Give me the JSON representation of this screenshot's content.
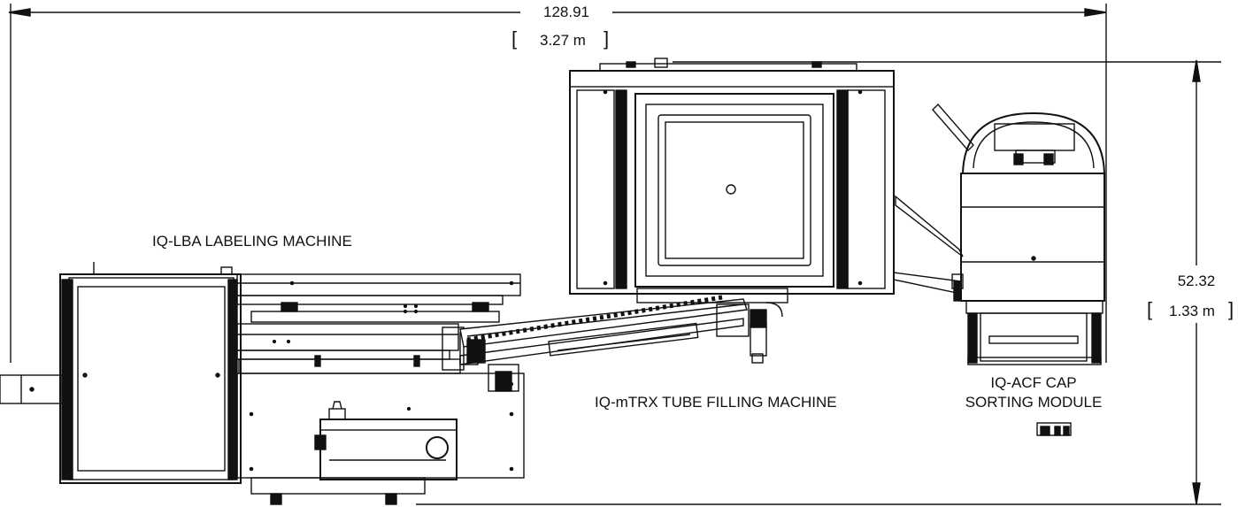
{
  "dimensions": {
    "width": {
      "imperial": "128.91",
      "metric": "3.27 m"
    },
    "height": {
      "imperial": "52.32",
      "metric": "1.33 m"
    }
  },
  "labels": {
    "labeling_machine": "IQ-LBA LABELING MACHINE",
    "tube_filling_machine": "IQ-mTRX TUBE FILLING MACHINE",
    "cap_sorting_line1": "IQ-ACF CAP",
    "cap_sorting_line2": "SORTING MODULE"
  },
  "colors": {
    "line": "#111111",
    "background": "#ffffff"
  }
}
